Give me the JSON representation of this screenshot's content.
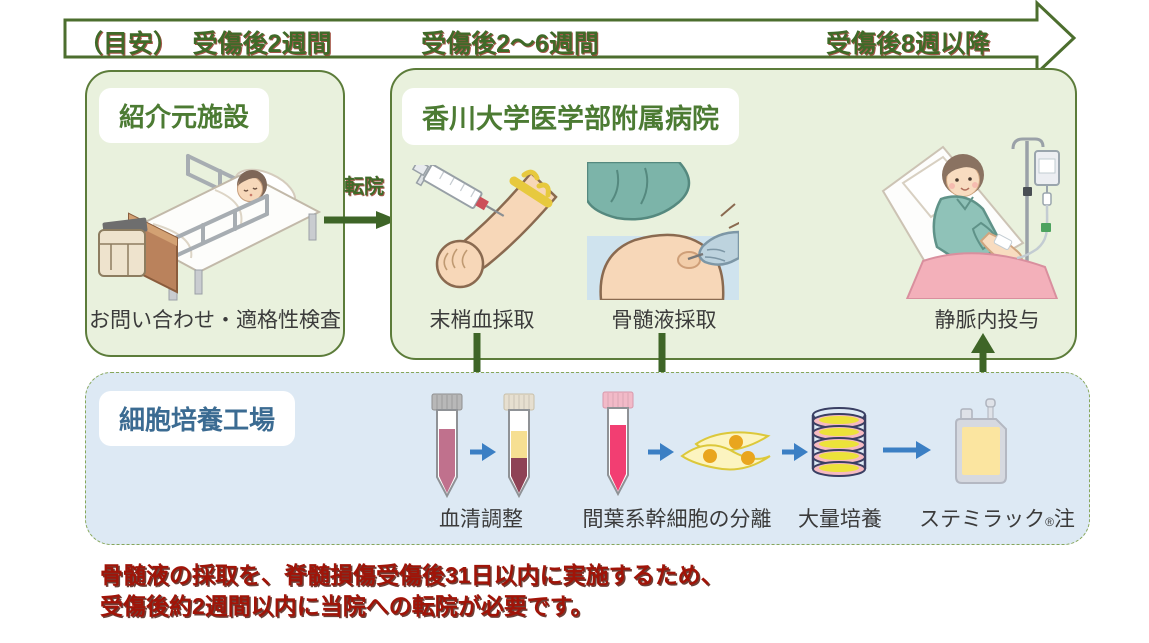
{
  "timeline": {
    "guide": "（目安）",
    "phases": [
      {
        "label": "受傷後2週間"
      },
      {
        "label": "受傷後2～6週間"
      },
      {
        "label": "受傷後8週以降"
      }
    ]
  },
  "referral": {
    "title": "紹介元施設",
    "caption": "お問い合わせ・適格性検査",
    "illustration": "patient-lying-in-hospital-bed"
  },
  "transfer": {
    "label": "転院"
  },
  "hospital": {
    "title": "香川大学医学部附属病院",
    "steps": [
      {
        "label": "末梢血採取",
        "icon": "blood-draw-arm-illustration"
      },
      {
        "label": "骨髄液採取",
        "icon": "bone-marrow-collection-illustration"
      },
      {
        "label": "静脈内投与",
        "icon": "iv-infusion-patient-illustration"
      }
    ]
  },
  "factory": {
    "title": "細胞培養工場",
    "steps": [
      {
        "label": "血清調整",
        "icon": "serum-tubes-icon"
      },
      {
        "label": "間葉系幹細胞の分離",
        "icon": "stem-cell-separation-icon"
      },
      {
        "label": "大量培養",
        "icon": "mass-culture-stack-icon"
      },
      {
        "label": "ステミラック",
        "reg": "®",
        "suffix": "注",
        "icon": "stemirac-bag-icon"
      }
    ]
  },
  "footnote": {
    "line1": "骨髄液の採取を、脊髄損傷受傷後31日以内に実施するため、",
    "line2": "受傷後約2週間以内に当院への転院が必要です。"
  },
  "colors": {
    "accent_green": "#4c6e2e",
    "box_green_fill": "#e9f1dd",
    "box_blue_fill": "#dde9f4",
    "title_green": "#4c7b33",
    "title_blue": "#3b6b92",
    "arrow_green": "#3e6527",
    "arrow_blue": "#3b7fc4",
    "warning_red": "#a01408"
  }
}
